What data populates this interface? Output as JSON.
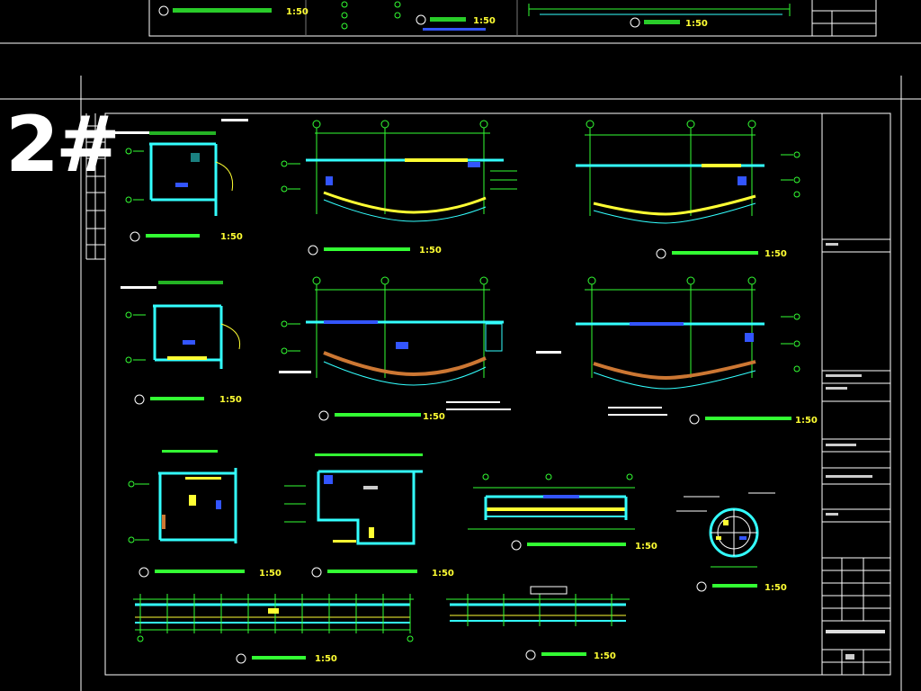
{
  "sheet": {
    "label": "2#"
  },
  "scales": {
    "s_top_1": "1:50",
    "s_top_2": "1:50",
    "s_top_3": "1:50",
    "s_1": "1:50",
    "s_2": "1:50",
    "s_3": "1:50",
    "s_4": "1:50",
    "s_5": "1:50",
    "s_6": "1:50",
    "s_7": "1:50",
    "s_8": "1:50",
    "s_9": "1:50",
    "s_10": "1:50",
    "s_11": "1:50",
    "s_12": "1:50"
  },
  "colors": {
    "background": "#000000",
    "frame": "#ffffff",
    "wall": "#33ffff",
    "axis": "#33ff33",
    "dimension": "#33ff33",
    "highlight": "#ffff33",
    "accent_blue": "#3355ff",
    "accent_orange": "#cc7733"
  }
}
